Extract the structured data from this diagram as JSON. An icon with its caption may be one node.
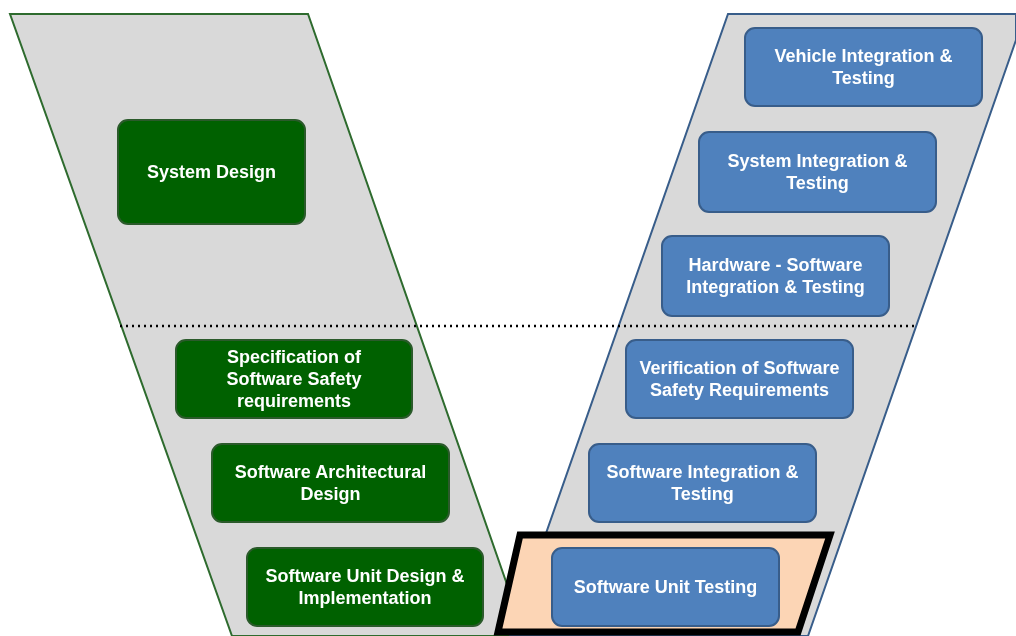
{
  "diagram": {
    "nodes": [
      {
        "text": [
          "System Design"
        ]
      },
      {
        "text": [
          "Specification of Software Safety requirements"
        ]
      },
      {
        "text": [
          "Software Architectural Design"
        ]
      },
      {
        "text": [
          "Software Unit Design & Implementation"
        ]
      },
      {
        "text": [
          "Vehicle Integration & Testing"
        ]
      },
      {
        "text": [
          "System Integration & Testing"
        ]
      },
      {
        "text": [
          "Hardware - Software Integration & Testing"
        ]
      },
      {
        "text": [
          "Verification of Software Safety Requirements"
        ]
      },
      {
        "text": [
          "Software Integration & Testing"
        ]
      },
      {
        "text": [
          "Software Unit Testing"
        ]
      }
    ]
  }
}
